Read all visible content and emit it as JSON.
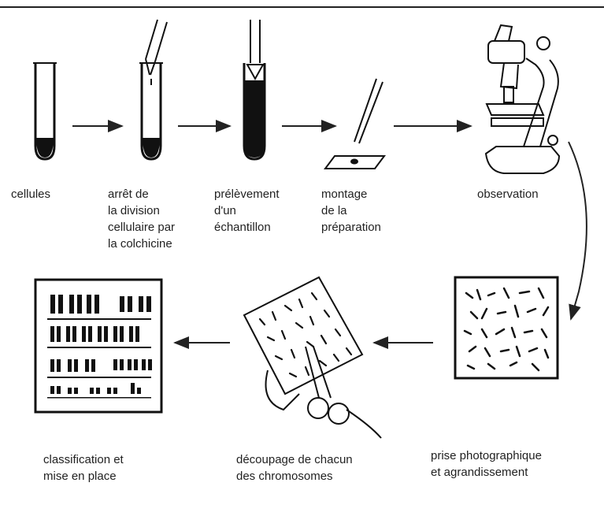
{
  "labels": {
    "cells": "cellules",
    "arrest": "arrêt de\nla division\ncellulaire par\nla colchicine",
    "sample": "prélèvement\nd'un\néchantillon",
    "mounting": "montage\nde la\npréparation",
    "observation": "observation",
    "photo": "prise photographique\net agrandissement",
    "cutting": "découpage de chacun\ndes chromosomes",
    "classification": "classification et\nmise en place"
  }
}
